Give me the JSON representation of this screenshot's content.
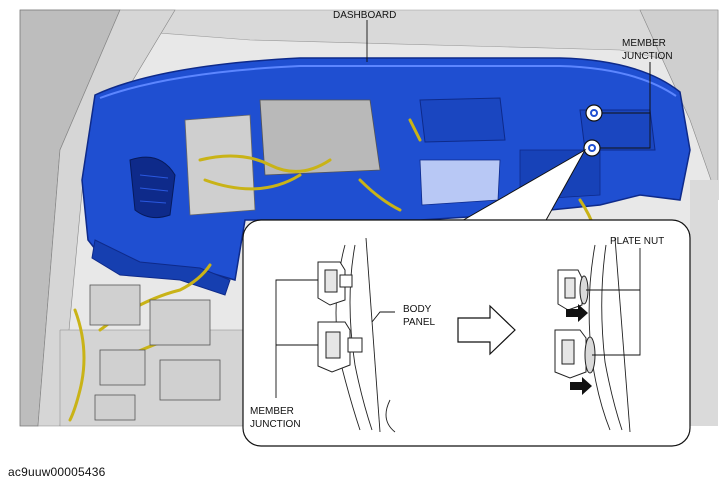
{
  "labels": {
    "dashboard": "DASHBOARD",
    "member_junction_top_1": "MEMBER",
    "member_junction_top_2": "JUNCTION",
    "plate_nut": "PLATE NUT",
    "body_panel_1": "BODY",
    "body_panel_2": "PANEL",
    "member_junction_bottom_1": "MEMBER",
    "member_junction_bottom_2": "JUNCTION"
  },
  "caption": "ac9uuw00005436",
  "colors": {
    "dashboard_blue": "#1f4fd1",
    "dashboard_dark": "#0e2a8a",
    "harness_yellow": "#c9b317",
    "body_gray": "#cfcfcf",
    "outline": "#222222"
  }
}
